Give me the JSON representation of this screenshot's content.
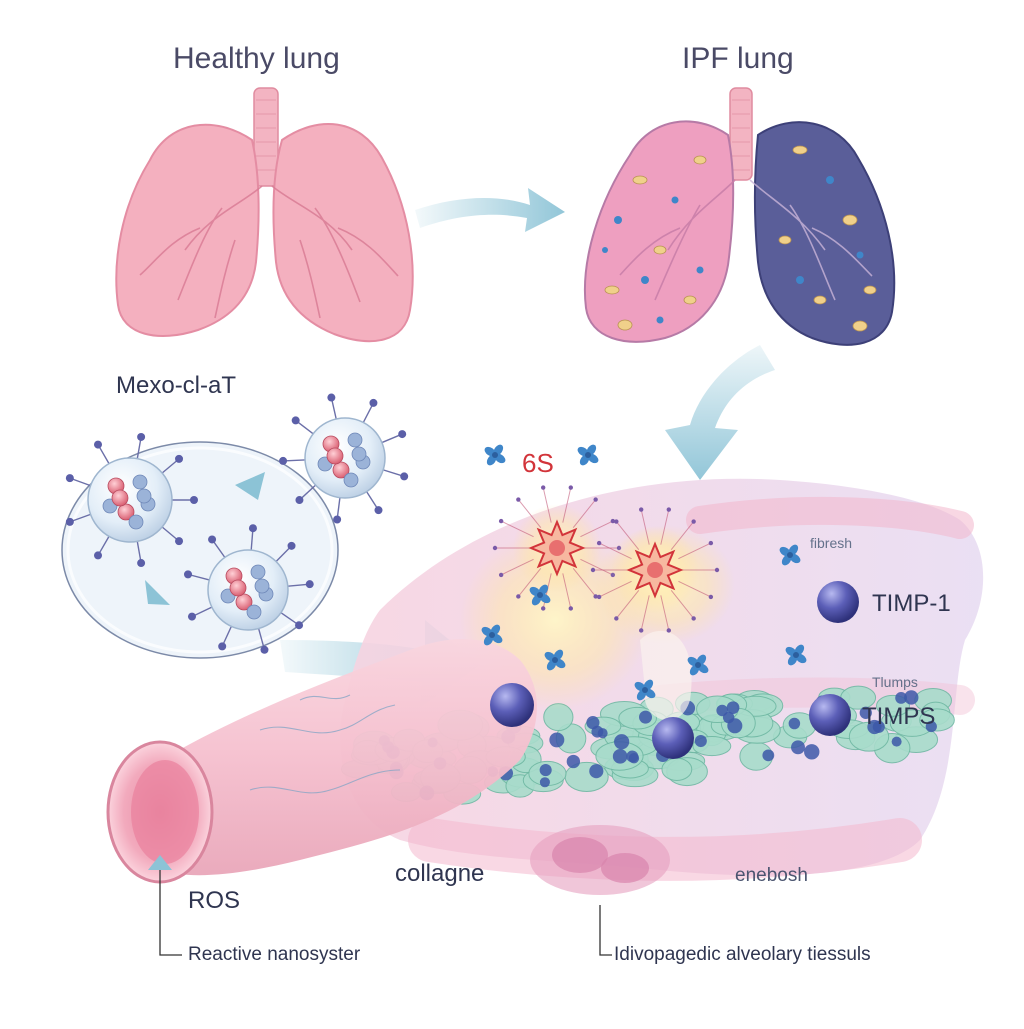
{
  "titles": {
    "healthy": "Healthy lung",
    "ipf": "IPF lung"
  },
  "labels": {
    "nanosystem": "Mexo-cl-aT",
    "ros_top": "6S",
    "timp1": "TIMP-1",
    "timps": "TIMPS",
    "timps_small": "Tlumps",
    "fibrosis_small": "fibresh",
    "ros": "ROS",
    "ros_caption": "Reactive nanosyster",
    "collagen": "collagne",
    "tissue_small": "enebosh",
    "tissue_caption": "Idivopagedic alveolary tiessuls"
  },
  "colors": {
    "healthy_lung": "#f2a9b8",
    "ipf_lung_pink": "#ec9fc0",
    "ipf_lung_dark": "#5a5e99",
    "arrow": "#8cc3d6",
    "vessel": "#f5c0cf",
    "fibroblast": "#a8dccb",
    "timp_sphere": "#5c5fb8",
    "ros_marker": "#d2343a",
    "protein_blue": "#3f86c9"
  }
}
